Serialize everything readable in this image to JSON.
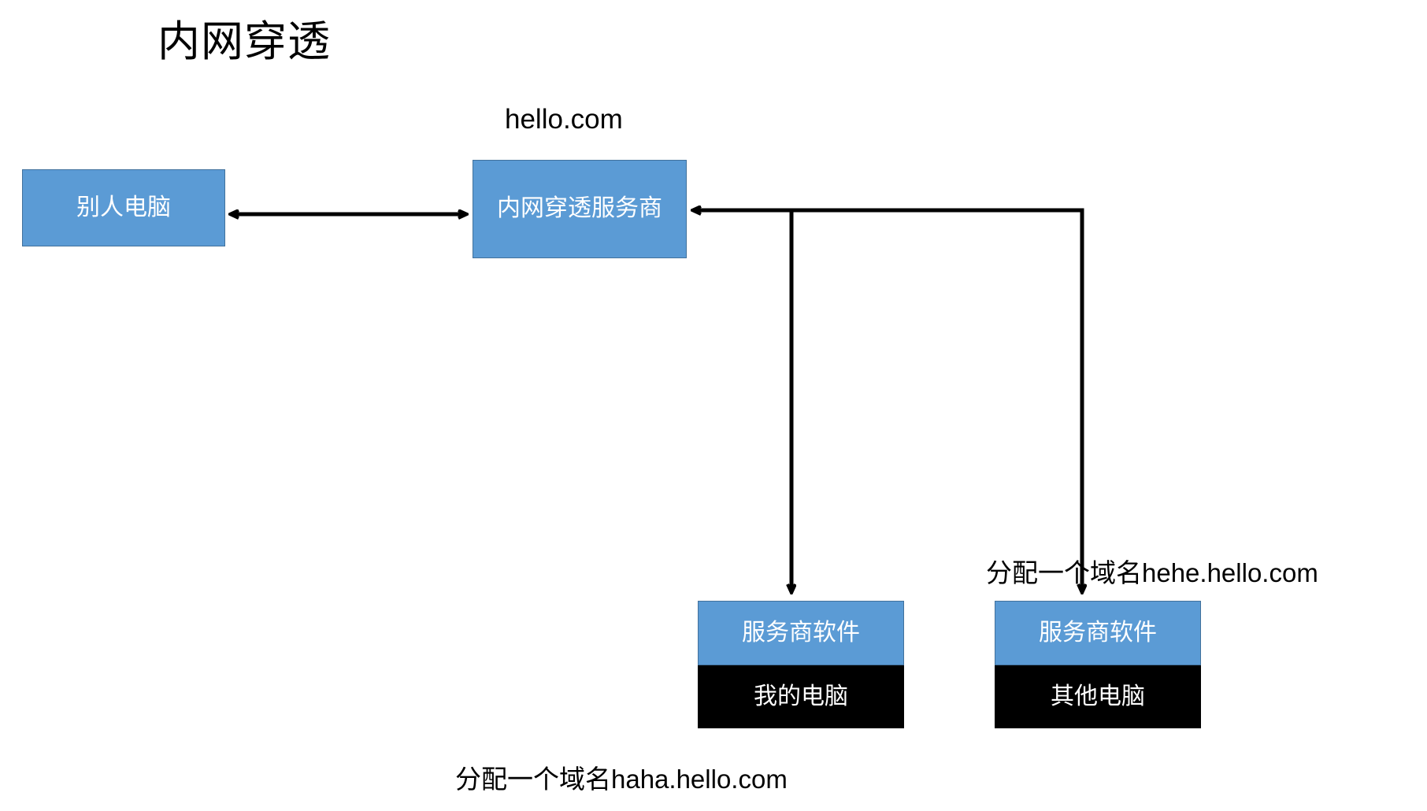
{
  "diagram": {
    "title": "内网穿透",
    "colors": {
      "node_blue": "#5B9BD5",
      "node_blue_border": "#41719C",
      "node_black": "#000000",
      "connector": "#000000",
      "text_on_node": "#FFFFFF",
      "text_plain": "#000000",
      "background": "#FFFFFF"
    },
    "nodes": [
      {
        "id": "others-pc",
        "label": "别人电脑",
        "style": "blue"
      },
      {
        "id": "provider",
        "label": "内网穿透服务商",
        "style": "blue"
      },
      {
        "id": "sw-mine",
        "label": "服务商软件",
        "style": "blue"
      },
      {
        "id": "pc-mine",
        "label": "我的电脑",
        "style": "black"
      },
      {
        "id": "sw-other",
        "label": "服务商软件",
        "style": "blue"
      },
      {
        "id": "pc-other",
        "label": "其他电脑",
        "style": "black"
      }
    ],
    "labels": {
      "provider_domain": "hello.com",
      "assign_domain_other": "分配一个域名hehe.hello.com",
      "assign_domain_mine": "分配一个域名haha.hello.com"
    },
    "connectors": [
      {
        "id": "others-pc-to-provider",
        "from": "others-pc",
        "to": "provider",
        "arrows": "both"
      },
      {
        "id": "sw-mine-to-provider",
        "from": "sw-mine",
        "to": "provider",
        "arrows": "both"
      },
      {
        "id": "sw-other-to-provider",
        "from": "sw-other",
        "to": "provider",
        "arrows": "both"
      }
    ]
  }
}
